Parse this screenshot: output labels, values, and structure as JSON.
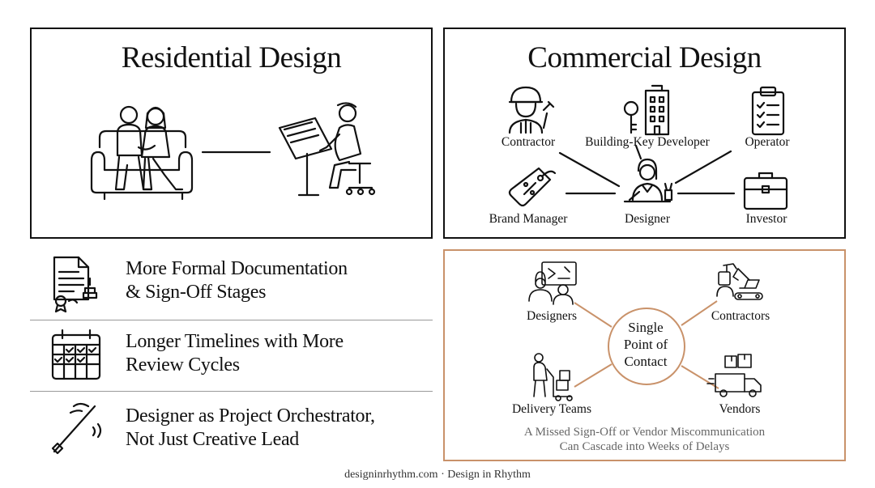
{
  "residential": {
    "title": "Residential Design"
  },
  "commercial": {
    "title": "Commercial Design",
    "stakeholders": {
      "contractor": "Contractor",
      "developer": "Building-Key Developer",
      "operator": "Operator",
      "brand_manager": "Brand Manager",
      "designer": "Designer",
      "investor": "Investor"
    }
  },
  "features": [
    {
      "line1": "More Formal Documentation",
      "line2": "& Sign-Off Stages",
      "icon": "document-seal-icon"
    },
    {
      "line1": "Longer Timelines with More",
      "line2": "Review Cycles",
      "icon": "calendar-check-icon"
    },
    {
      "line1": "Designer as Project Orchestrator,",
      "line2": "Not Just Creative Lead",
      "icon": "baton-icon"
    }
  ],
  "contact": {
    "center": [
      "Single",
      "Point of",
      "Contact"
    ],
    "nodes": {
      "designers": "Designers",
      "contractors": "Contractors",
      "delivery": "Delivery Teams",
      "vendors": "Vendors"
    },
    "note_line1": "A Missed Sign-Off or Vendor Miscommunication",
    "note_line2": "Can Cascade into Weeks of Delays",
    "accent": "#c9926a"
  },
  "footer": "designinrhythm.com · Design in Rhythm"
}
